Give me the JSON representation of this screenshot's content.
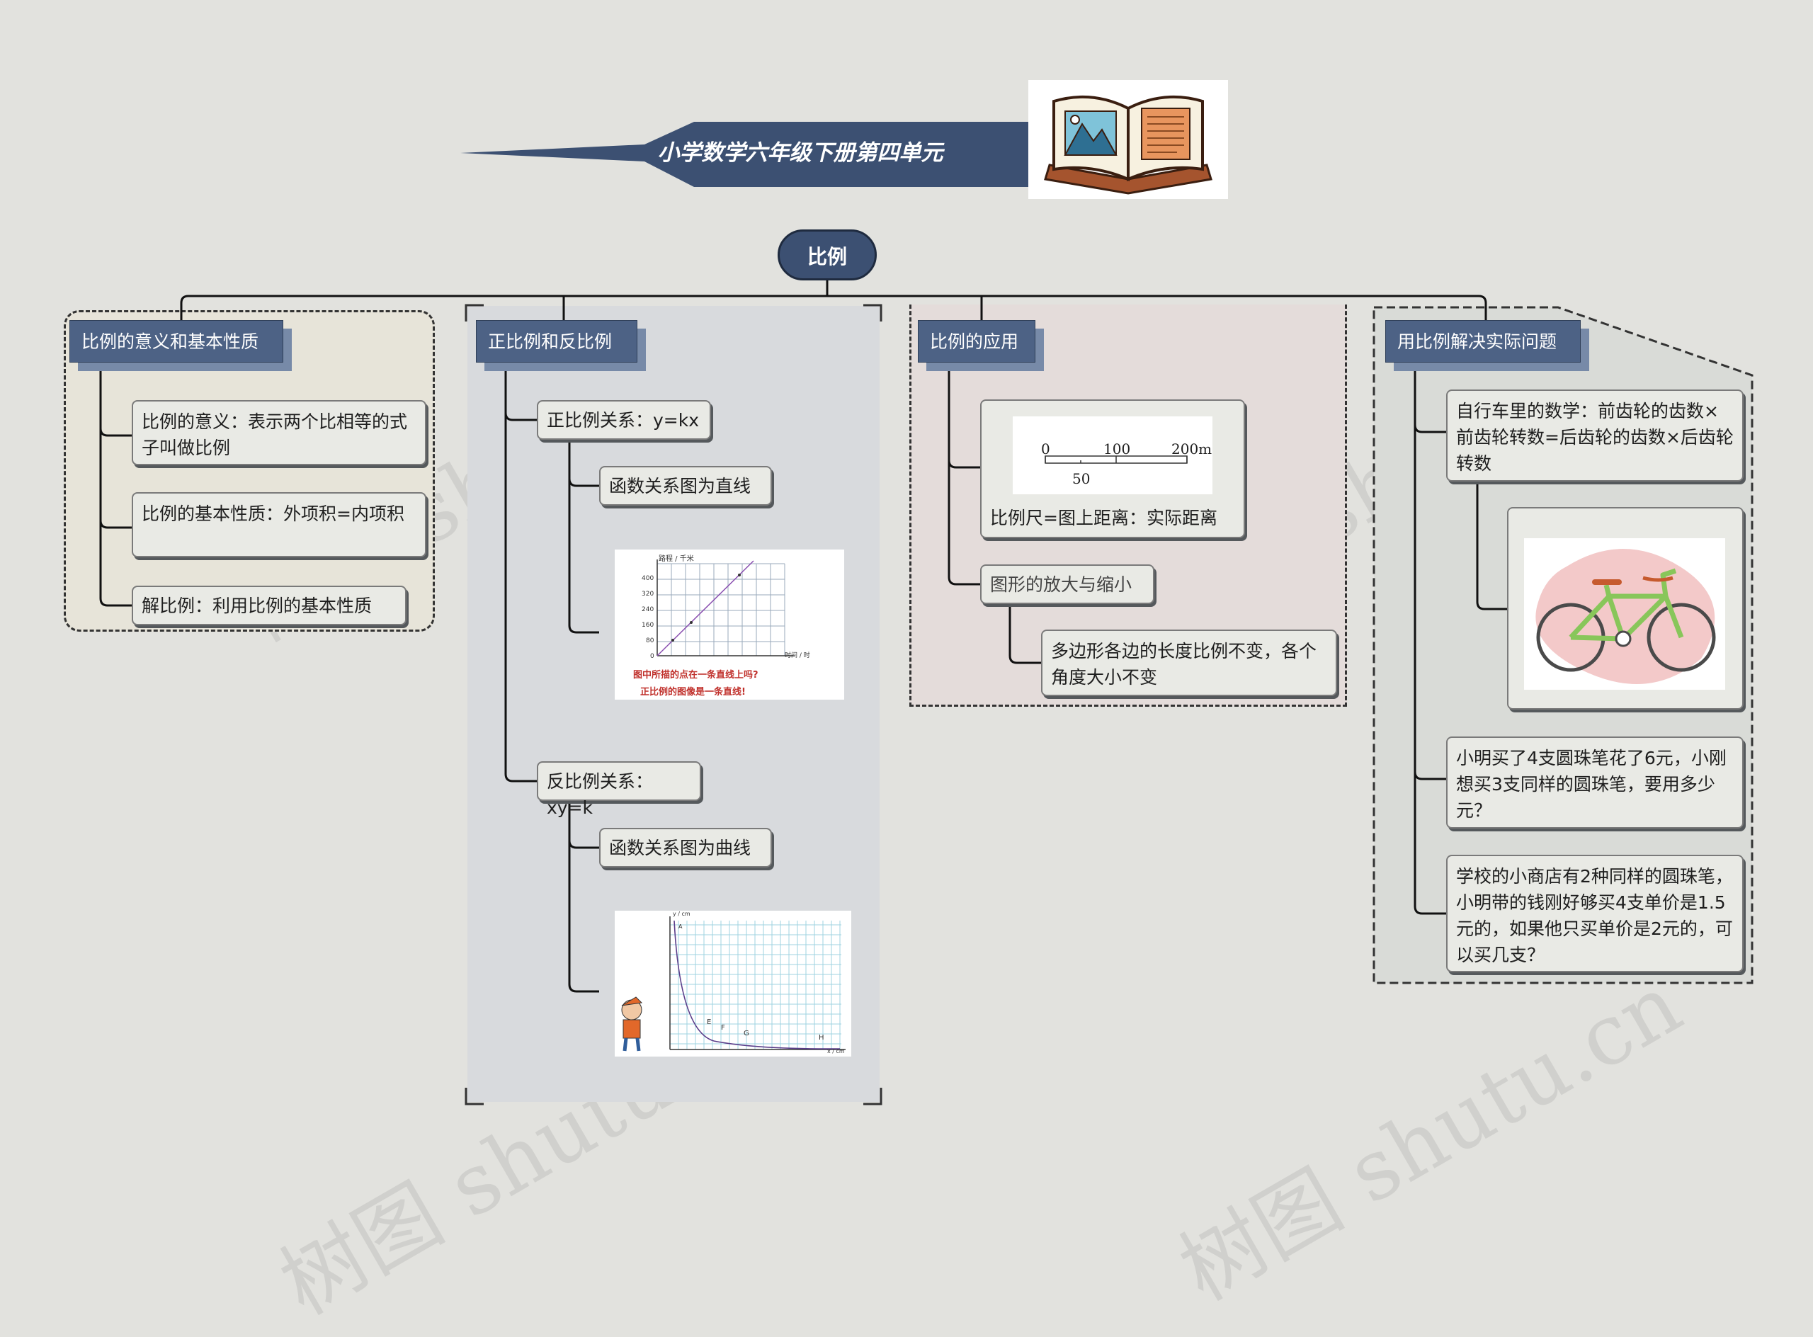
{
  "title": "小学数学六年级下册第四单元",
  "root": "比例",
  "branches": [
    {
      "label": "比例的意义和基本性质",
      "items": [
        "比例的意义：表示两个比相等的式子叫做比例",
        "比例的基本性质：外项积=内项积",
        "解比例：利用比例的基本性质"
      ]
    },
    {
      "label": "正比例和反比例",
      "direct": {
        "label": "正比例关系：y=kx",
        "child": "函数关系图为直线"
      },
      "direct_chart": {
        "header": "路程 / 千米",
        "y_ticks": [
          "400",
          "320",
          "240",
          "160",
          "80",
          "0"
        ],
        "x_label": "时间 / 时",
        "question": "图中所描的点在一条直线上吗?",
        "answer": "正比例的图像是一条直线!"
      },
      "inverse": {
        "label": "反比例关系：xy=k",
        "child": "函数关系图为曲线"
      },
      "inverse_chart": {
        "y_unit": "y / cm",
        "x_unit": "x / cm",
        "point_labels": [
          "A",
          "E",
          "F",
          "G",
          "H"
        ]
      }
    },
    {
      "label": "比例的应用",
      "scale": {
        "ticks": [
          "0",
          "100",
          "200m"
        ],
        "sub": "50",
        "caption": "比例尺=图上距离：实际距离"
      },
      "items": [
        "图形的放大与缩小",
        "多边形各边的长度比例不变，各个角度大小不变"
      ]
    },
    {
      "label": "用比例解决实际问题",
      "items": [
        "自行车里的数学：前齿轮的齿数×前齿轮转数=后齿轮的齿数×后齿轮转数",
        "小明买了4支圆珠笔花了6元，小刚想买3支同样的圆珠笔，要用多少元？",
        "学校的小商店有2种同样的圆珠笔，小明带的钱刚好够买4支单价是1.5元的，如果他只买单价是2元的，可以买几支？"
      ]
    }
  ],
  "watermark": [
    "树图 shutu.cn",
    "树图 shutu.cn",
    "树图 shutu.cn",
    "树图 shutu.cn"
  ],
  "colors": {
    "background": "#e2e2de",
    "category": "#4d6285",
    "root": "#3c5072"
  }
}
